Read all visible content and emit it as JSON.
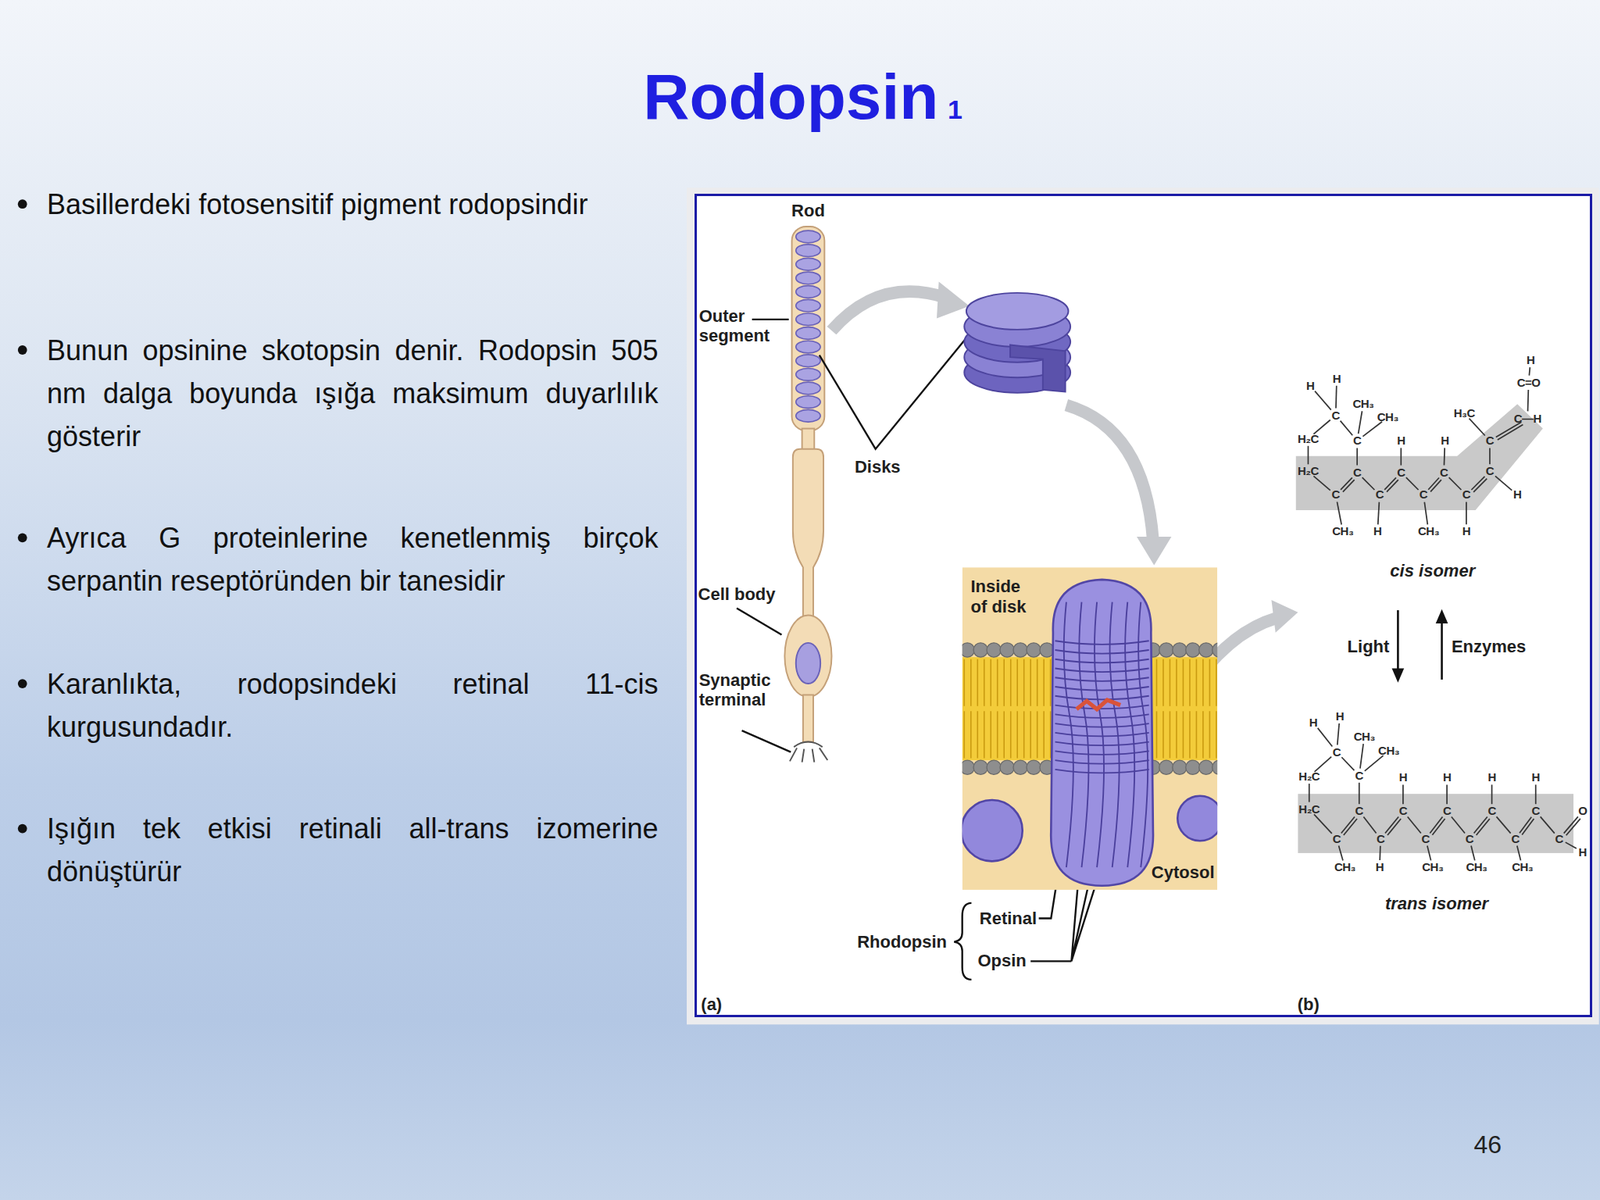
{
  "diagram": {
    "title": "Rodopsin",
    "nodes": [
      {
        "text": [
          "(a)",
          "(b)"
        ]
      },
      {
        "text": [
          "Inside of disk",
          "Cytosol"
        ],
        "in": 0
      }
    ],
    "labels": [
      "1",
      "Basillerdeki fotosensitif pigment rodopsindir",
      "Bunun opsinine skotopsin denir. Rodopsin 505 nm dalga boyunda ışığa maksimum duyarlılık gösterir",
      "Ayrıca G proteinlerine kenetlenmiş birçok serpantin reseptöründen bir tanesidir",
      "Karanlıkta, rodopsindeki retinal 11-cis kurgusundadır.",
      "Işığın tek etkisi retinali all-trans izomerine dönüştürür",
      "46",
      "Rod",
      "Outer segment",
      "Disks",
      "Cell body",
      "Synaptic terminal",
      "Rhodopsin",
      "Retinal",
      "Opsin",
      "cis isomer",
      "Light",
      "Enzymes",
      "trans isomer",
      "H",
      "H",
      "C",
      "CH₃",
      "CH₃",
      "H₂C",
      "C",
      "H",
      "H",
      "H₃C",
      "H",
      "C=O",
      "C—H",
      "H₂C",
      "C",
      "C",
      "C",
      "C",
      "C",
      "C",
      "C",
      "C",
      "C",
      "H",
      "CH₃",
      "H",
      "CH₃",
      "H",
      "H",
      "H",
      "C",
      "CH₃",
      "CH₃",
      "H₂C",
      "C",
      "H",
      "H",
      "H",
      "H",
      "H₂C",
      "C",
      "C",
      "C",
      "C",
      "C",
      "O",
      "C",
      "C",
      "C",
      "C",
      "C",
      "C",
      "H",
      "CH₃",
      "H",
      "CH₃",
      "CH₃",
      "CH₃"
    ]
  }
}
